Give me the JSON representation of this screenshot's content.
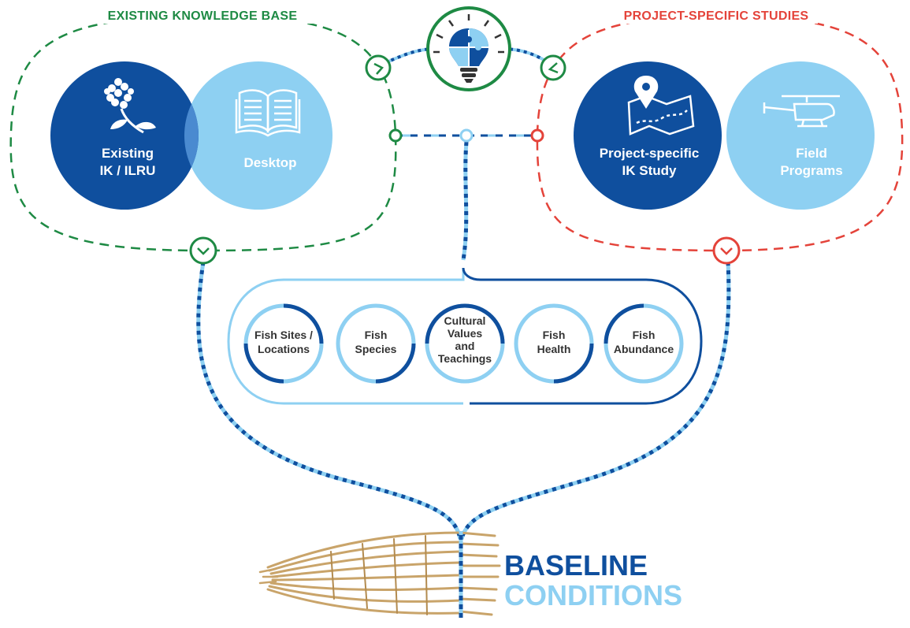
{
  "sections": {
    "existing": {
      "title": "EXISTING KNOWLEDGE BASE",
      "color": "#1e8a44"
    },
    "project": {
      "title": "PROJECT-SPECIFIC STUDIES",
      "color": "#e4433a"
    }
  },
  "circles": {
    "existing_ik": {
      "line1": "Existing",
      "line2": "IK / ILRU",
      "icon": "plant-icon"
    },
    "desktop": {
      "line1": "Desktop",
      "icon": "open-book-icon"
    },
    "project_ik": {
      "line1": "Project-specific",
      "line2": "IK Study",
      "icon": "map-pin-icon"
    },
    "field": {
      "line1": "Field",
      "line2": "Programs",
      "icon": "helicopter-icon"
    }
  },
  "categories": [
    {
      "lines": [
        "Fish Sites /",
        "Locations"
      ]
    },
    {
      "lines": [
        "Fish",
        "Species"
      ]
    },
    {
      "lines": [
        "Cultural",
        "Values",
        "and",
        "Teachings"
      ]
    },
    {
      "lines": [
        "Fish",
        "Health"
      ]
    },
    {
      "lines": [
        "Fish",
        "Abundance"
      ]
    }
  ],
  "result": {
    "line1": "BASELINE",
    "line2": "CONDITIONS",
    "icon": "fish-trap-icon"
  },
  "colors": {
    "dark_blue": "#0f4f9e",
    "light_blue": "#8ed0f2",
    "green": "#1e8a44",
    "red": "#e4433a",
    "tan": "#c9a46a"
  },
  "center_icon": "lightbulb-puzzle-icon"
}
